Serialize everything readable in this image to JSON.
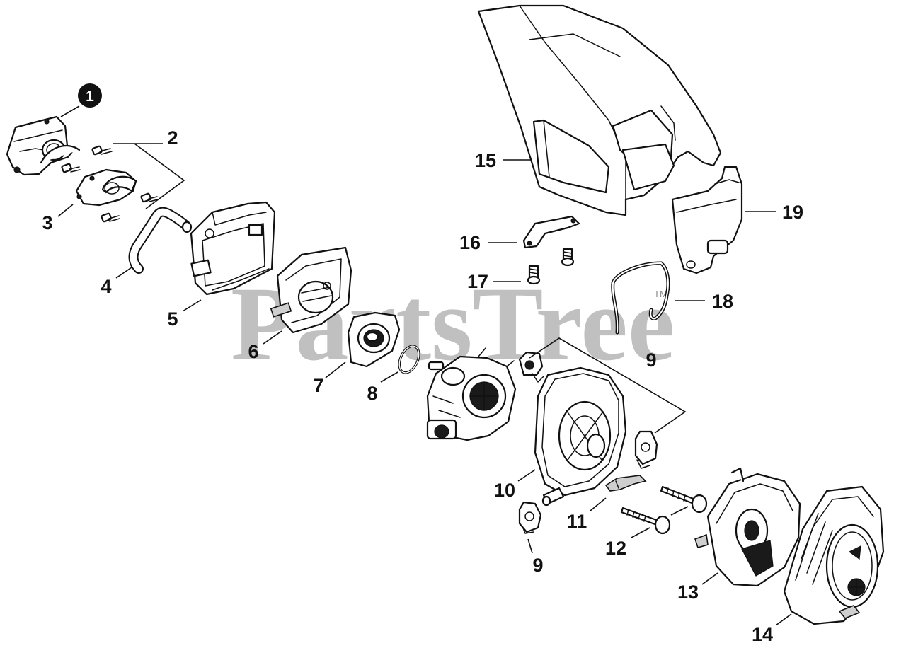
{
  "watermark": {
    "text": "PartsTree",
    "trademark": "TM"
  },
  "callouts": {
    "c1": "1",
    "c2": "2",
    "c3": "3",
    "c4": "4",
    "c5": "5",
    "c6": "6",
    "c7": "7",
    "c8": "8",
    "c9a": "9",
    "c9b": "9",
    "c10": "10",
    "c11": "11",
    "c12": "12",
    "c13": "13",
    "c14": "14",
    "c15": "15",
    "c16": "16",
    "c17": "17",
    "c18": "18",
    "c19": "19"
  }
}
